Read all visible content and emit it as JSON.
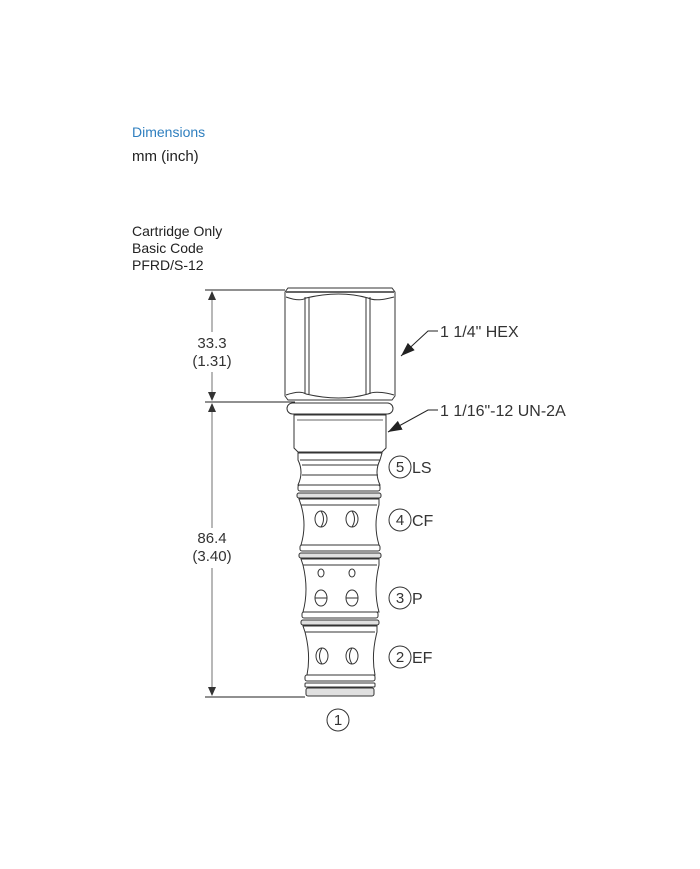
{
  "header": {
    "title": "Dimensions",
    "units": "mm (inch)",
    "title_color": "#2f7fbf"
  },
  "product": {
    "lines": [
      "Cartridge Only",
      "Basic Code",
      "PFRD/S-12"
    ]
  },
  "dimensions": {
    "hex_height_mm": "33.3",
    "hex_height_in": "(1.31)",
    "body_length_mm": "86.4",
    "body_length_in": "(3.40)"
  },
  "callouts": {
    "hex": "1 1/4\" HEX",
    "thread": "1 1/16\"-12 UN-2A"
  },
  "ports": [
    {
      "number": "5",
      "label": "LS"
    },
    {
      "number": "4",
      "label": "CF"
    },
    {
      "number": "3",
      "label": "P"
    },
    {
      "number": "2",
      "label": "EF"
    },
    {
      "number": "1",
      "label": ""
    }
  ]
}
